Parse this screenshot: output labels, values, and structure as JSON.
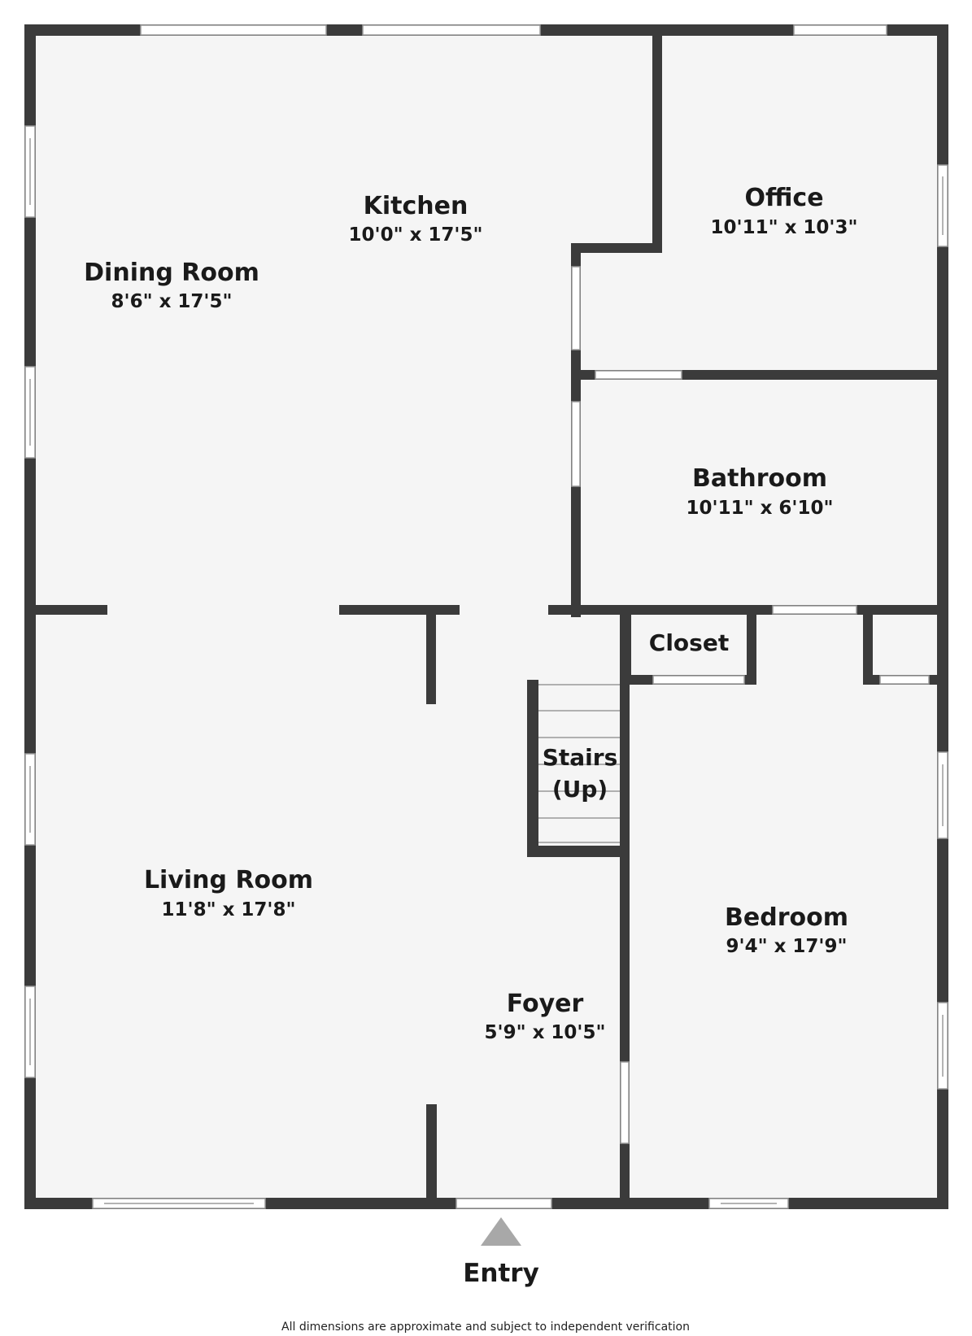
{
  "rooms": {
    "kitchen": {
      "name": "Kitchen",
      "dims": "10'0\" x 17'5\""
    },
    "dining_room": {
      "name": "Dining Room",
      "dims": "8'6\" x 17'5\""
    },
    "office": {
      "name": "Office",
      "dims": "10'11\" x 10'3\""
    },
    "bathroom": {
      "name": "Bathroom",
      "dims": "10'11\" x 6'10\""
    },
    "closet": {
      "name": "Closet"
    },
    "stairs": {
      "name_line1": "Stairs",
      "name_line2": "(Up)"
    },
    "living_room": {
      "name": "Living Room",
      "dims": "11'8\" x 17'8\""
    },
    "foyer": {
      "name": "Foyer",
      "dims": "5'9\" x 10'5\""
    },
    "bedroom": {
      "name": "Bedroom",
      "dims": "9'4\" x 17'9\""
    }
  },
  "entry": {
    "label": "Entry"
  },
  "disclaimer": "All dimensions are approximate and subject to independent verification",
  "colors": {
    "wall": "#3b3b3b",
    "floor": "#f5f5f5",
    "window": "#ffffff",
    "entry_arrow": "#a8a8a8"
  }
}
